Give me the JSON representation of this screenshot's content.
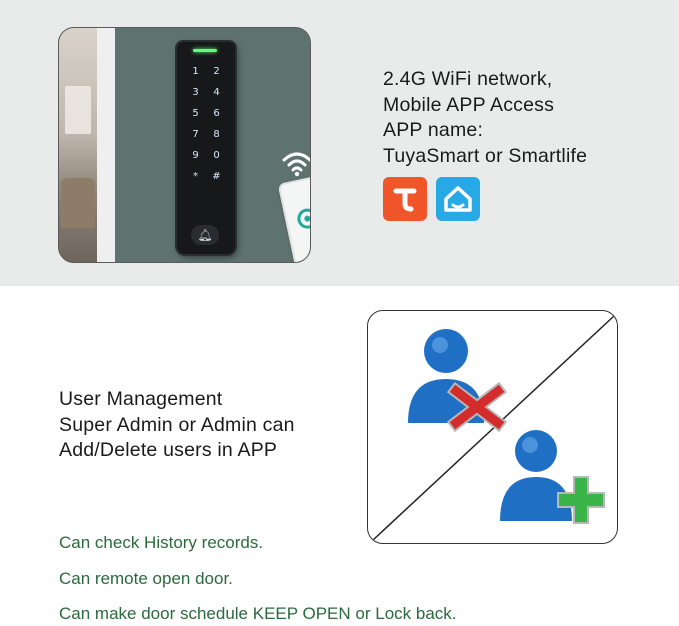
{
  "info": {
    "lines": [
      "2.4G WiFi network,",
      "Mobile APP Access",
      "APP name:",
      "TuyaSmart or Smartlife"
    ]
  },
  "keypad": {
    "keys": [
      "1",
      "2",
      "3",
      "4",
      "5",
      "6",
      "7",
      "8",
      "9",
      "0",
      "*",
      "#"
    ]
  },
  "management": {
    "lines": [
      "User Management",
      "Super Admin or Admin can",
      "Add/Delete users in APP"
    ]
  },
  "features": [
    "Can check History records.",
    "Can remote open door.",
    "Can make door schedule KEEP OPEN or Lock back."
  ],
  "colors": {
    "feature_text": "#2a6a3e",
    "tuya_orange": "#f0562a",
    "smartlife_blue": "#27a9e6",
    "user_blue": "#1f6fc4",
    "delete_red": "#d32c2c",
    "add_green": "#39b54a"
  },
  "icons": [
    "wifi-icon",
    "bell-icon",
    "tuya-app-icon",
    "smartlife-app-icon",
    "user-delete-icon",
    "user-add-icon"
  ]
}
